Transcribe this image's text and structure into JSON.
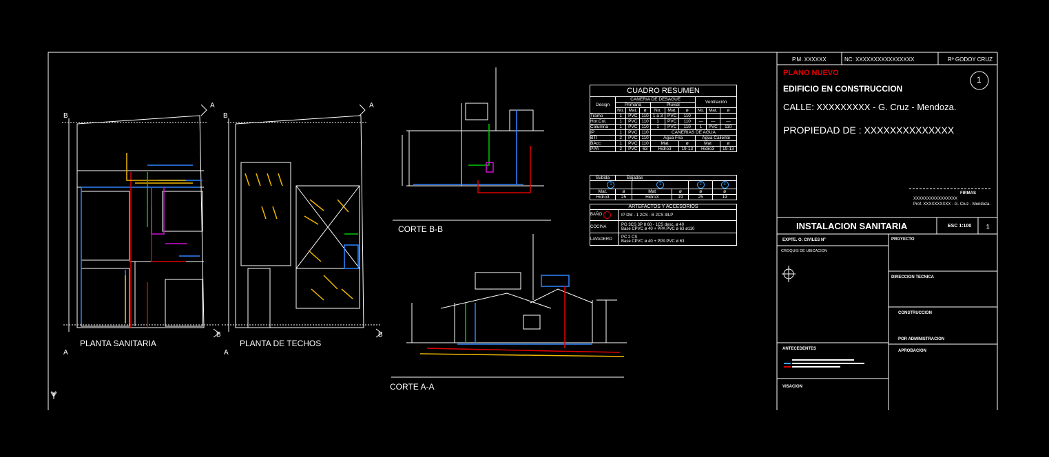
{
  "sheet": {
    "title_block": {
      "pm": "P.M. XXXXXX",
      "nc": "NC: XXXXXXXXXXXXXXXX",
      "location_code": "Rº GODOY CRUZ",
      "status": "PLANO NUEVO",
      "project_type": "EDIFICIO EN CONSTRUCCION",
      "address": "CALLE: XXXXXXXXX -  G. Cruz - Mendoza.",
      "owner": "PROPIEDAD DE : XXXXXXXXXXXXXX",
      "sheet_number": "1",
      "main_title": "INSTALACION SANITARIA",
      "scale": "ESC 1:100",
      "sheet_count": "1",
      "signature_title": "FIRMAS",
      "signature_line1": "XXXXXXXXXXXXXXXX",
      "signature_line2": "Prof. XXXXXXXXXX - G. Cruz - Mendoza.",
      "expediente": "EXPTE. O. CIVILES Nº",
      "croquis": "CROQUIS DE UBICACION",
      "proyecto": "PROYECTO",
      "direccion": "DIRECCION TECNICA",
      "construccion": "CONSTRUCCION",
      "por_admin": "POR ADMINISTRACION",
      "aprobacion": "APROBACION",
      "antecedentes": "ANTECEDENTES",
      "visacion": "VISACION"
    },
    "drawings": {
      "planta_sanitaria": "PLANTA SANITARIA",
      "planta_techos": "PLANTA DE TECHOS",
      "corte_bb": "CORTE B-B",
      "corte_aa": "CORTE A-A",
      "mark_a": "A",
      "mark_b": "B",
      "axis_y": "Y"
    },
    "cuadro_resumen": {
      "title": "CUADRO RESUMEN",
      "desague": "CAÑERIA DE DESAGUE",
      "design": "Design",
      "primaria": "Primaria",
      "pluvial": "Pluvial",
      "ventilacion": "Ventilación",
      "col_no": "No.",
      "col_mat": "Mat.",
      "col_diam": "ø",
      "rows": [
        {
          "name": "Tramo",
          "v": [
            "1",
            "PVC",
            "110",
            "1 a 3",
            "PVC",
            "110",
            "",
            "",
            ""
          ]
        },
        {
          "name": "Hor.Col.",
          "v": [
            "1",
            "PVC",
            "110",
            "1",
            "PVC",
            "110",
            "—",
            "—",
            "—"
          ]
        },
        {
          "name": "Columna",
          "v": [
            "1",
            "PVC",
            "110",
            "1",
            "PVC",
            "110",
            "1",
            "PVC",
            "110"
          ]
        }
      ],
      "agua": "CAÑERIAS DE AGUA",
      "ip_row": {
        "name": "IP",
        "v": [
          "1",
          "PVC",
          "110"
        ]
      },
      "bti_row": {
        "name": "BTI",
        "v": [
          "2",
          "PVC",
          "110"
        ]
      },
      "agua_fria": "Agua Fria",
      "agua_caliente": "Agua Caliente",
      "bacc_row": {
        "name": "BAcc",
        "v": [
          "1",
          "PVC",
          "110"
        ]
      },
      "ppa_row": {
        "name": "PPA",
        "v": [
          "2",
          "PVC",
          "63"
        ]
      },
      "mat": "Mat",
      "agua_vals": [
        "Hidro3",
        "19-13",
        "Hidro3",
        "19-13"
      ],
      "subida": "Subida",
      "bajadas": "Bajadas",
      "sb_nums": [
        "1",
        "1",
        "2",
        "3"
      ],
      "sb_mat": "Mat.",
      "sb_rows": [
        [
          "Hidro3",
          "25",
          "Hidro3",
          "19",
          "25",
          "19"
        ]
      ],
      "artefactos": "ARTEFACTOS Y ACCESORIOS",
      "art_rows": [
        {
          "name": "BAÑO",
          "circle": "1",
          "text1": "IP DM - 1 2CS - B 2CS 3ILP",
          "text2": ""
        },
        {
          "name": "COCINA",
          "circle": "",
          "text1": "PG 3CS  3P 8 60  -  1CS desc. ø 40",
          "text2": "Base CPVC ø 40 + PPA PVC ø 63 ø110"
        },
        {
          "name": "LAVADERO",
          "circle": "",
          "text1": "PC 2 CS",
          "text2": "Base CPVC ø 40 + PPA PVC ø 63"
        }
      ]
    }
  },
  "colors": {
    "frame": "#ffffff",
    "pipe_blue": "#2f86ff",
    "pipe_red": "#e00000",
    "pipe_yellow": "#f0b800",
    "pipe_magenta": "#d010d0",
    "pipe_green": "#00c800",
    "fixture_cyan": "#00d0d0"
  }
}
